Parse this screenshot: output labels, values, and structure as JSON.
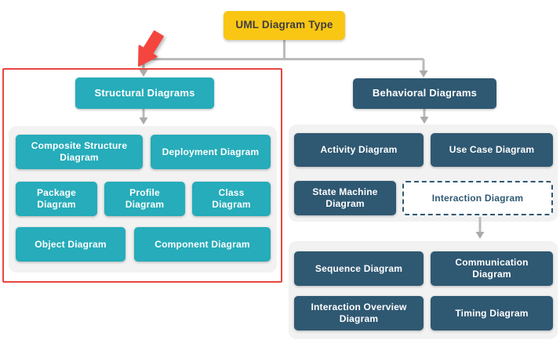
{
  "root": {
    "label": "UML Diagram Type"
  },
  "structural": {
    "header": "Structural Diagrams",
    "items": [
      {
        "label": "Composite Structure Diagram"
      },
      {
        "label": "Deployment Diagram"
      },
      {
        "label": "Package Diagram"
      },
      {
        "label": "Profile Diagram"
      },
      {
        "label": "Class Diagram"
      },
      {
        "label": "Object Diagram"
      },
      {
        "label": "Component Diagram"
      }
    ]
  },
  "behavioral": {
    "header": "Behavioral Diagrams",
    "items": [
      {
        "label": "Activity Diagram"
      },
      {
        "label": "Use Case Diagram"
      },
      {
        "label": "State Machine Diagram"
      },
      {
        "label": "Interaction Diagram"
      }
    ],
    "interaction_children": [
      {
        "label": "Sequence Diagram"
      },
      {
        "label": "Communication Diagram"
      },
      {
        "label": "Interaction Overview Diagram"
      },
      {
        "label": "Timing Diagram"
      }
    ]
  },
  "annotations": {
    "highlight": "red rectangle around structural diagrams section",
    "pointer": "red cursor arrow pointing at structural branch"
  },
  "colors": {
    "root_fill": "#F9C614",
    "root_text": "#3E3E3E",
    "structural_fill": "#26ACBA",
    "behavioral_fill": "#2F5872",
    "panel_fill": "#F2F2F2",
    "connector_gray": "#BBBBBB",
    "arrowhead_gray": "#ABABAB",
    "highlight_red": "#E8463F",
    "node_text": "#FFFFFF"
  }
}
